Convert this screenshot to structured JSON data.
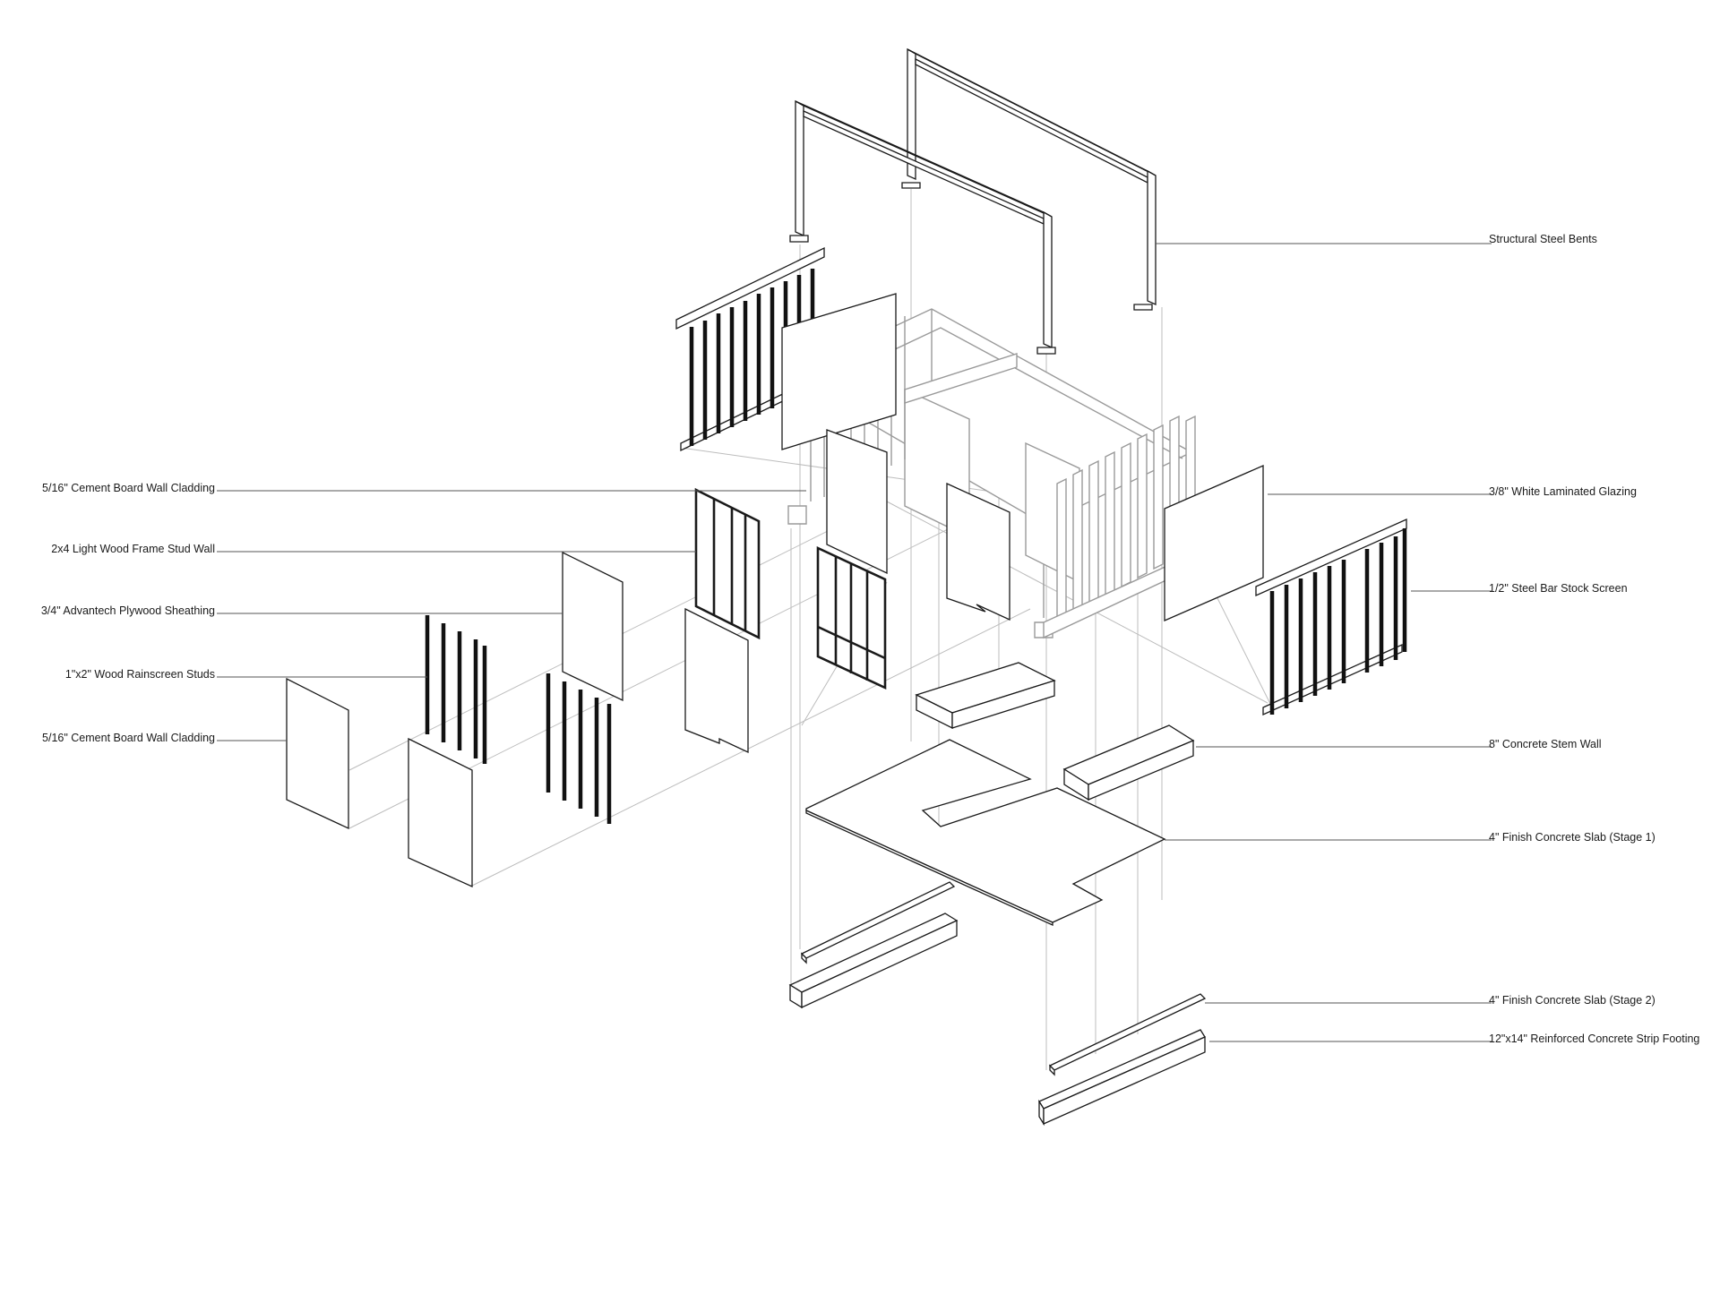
{
  "labels_right": [
    {
      "id": "structural-steel-bents",
      "text": "Structural Steel Bents"
    },
    {
      "id": "laminated-glazing",
      "text": "3/8\" White Laminated Glazing"
    },
    {
      "id": "steel-bar-screen",
      "text": "1/2\" Steel Bar Stock Screen"
    },
    {
      "id": "concrete-stem-wall",
      "text": "8\" Concrete Stem Wall"
    },
    {
      "id": "slab-stage-1",
      "text": "4\" Finish Concrete Slab (Stage 1)"
    },
    {
      "id": "slab-stage-2",
      "text": "4\" Finish Concrete Slab (Stage 2)"
    },
    {
      "id": "strip-footing",
      "text": "12\"x14\" Reinforced Concrete Strip Footing"
    }
  ],
  "labels_left": [
    {
      "id": "cement-board-upper",
      "text": "5/16\" Cement Board Wall Cladding"
    },
    {
      "id": "stud-wall",
      "text": "2x4 Light Wood Frame Stud Wall"
    },
    {
      "id": "plywood-sheathing",
      "text": "3/4\" Advantech Plywood Sheathing"
    },
    {
      "id": "rainscreen-studs",
      "text": "1\"x2\" Wood Rainscreen Studs"
    },
    {
      "id": "cement-board-lower",
      "text": "5/16\" Cement Board Wall Cladding"
    }
  ]
}
